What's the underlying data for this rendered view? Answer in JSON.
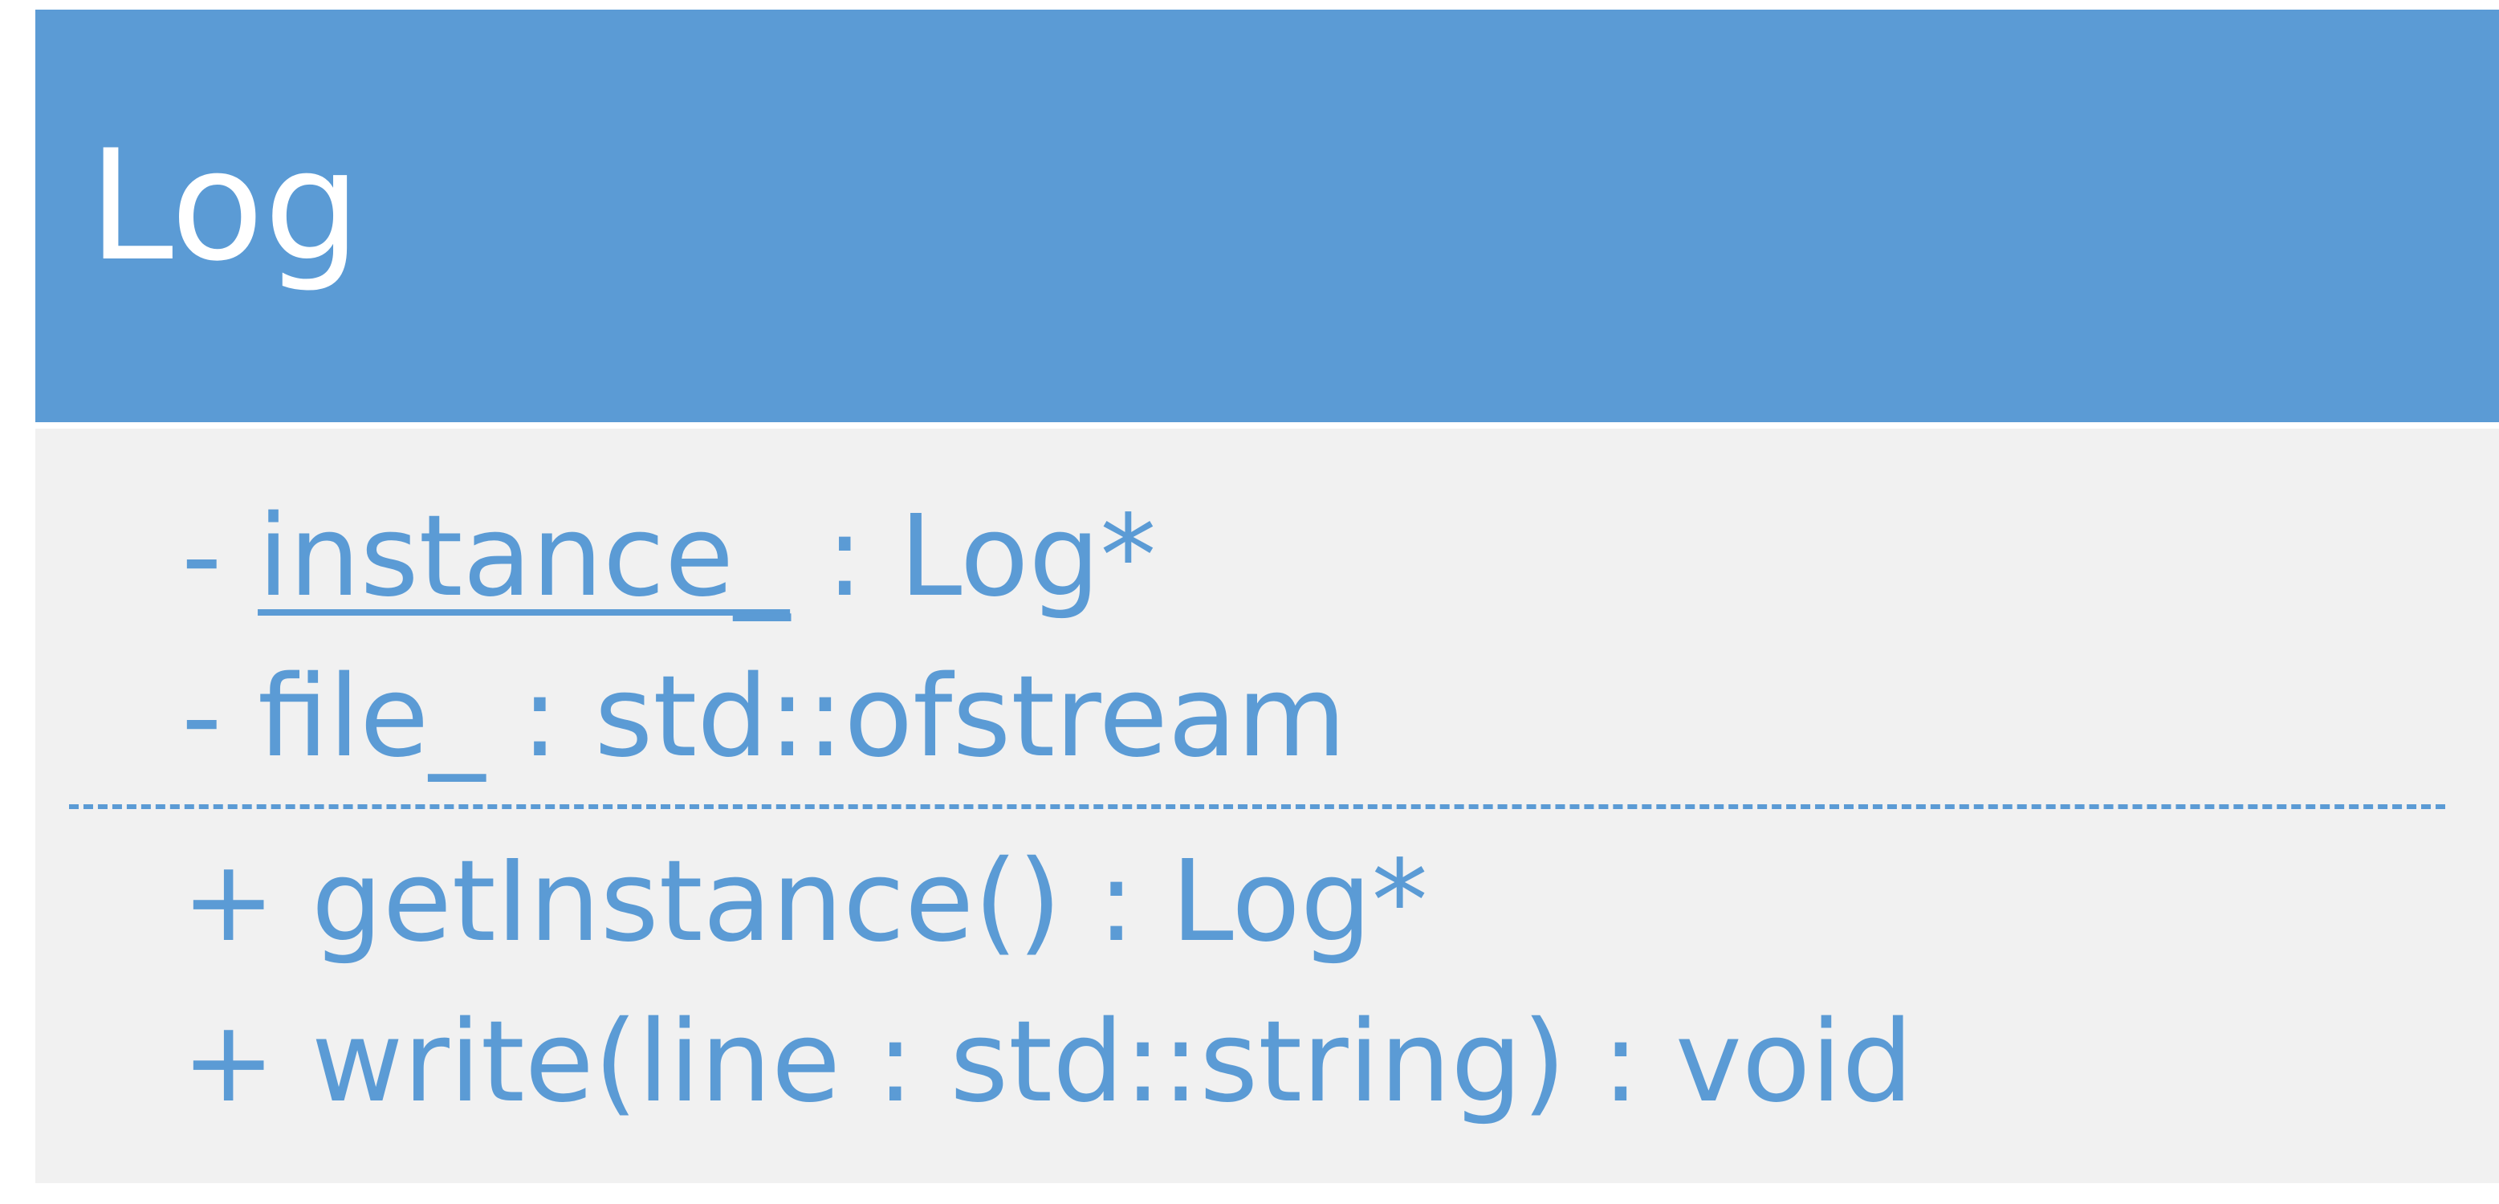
{
  "class": {
    "name": "Log",
    "attributes": [
      {
        "visibility": "-",
        "name": "instance_",
        "type_sep": " : Log*",
        "static": true
      },
      {
        "visibility": "-",
        "name": "file_",
        "type_sep": " : std::ofstream",
        "static": false
      }
    ],
    "operations": [
      {
        "visibility": "+",
        "signature": "getInstance() : Log*"
      },
      {
        "visibility": "+",
        "signature": "write(line : std::string) : void"
      }
    ]
  },
  "colors": {
    "header_fill": "#5b9bd5",
    "header_text": "#ffffff",
    "body_fill": "#f1f1f1",
    "member_text": "#5b9bd5"
  }
}
